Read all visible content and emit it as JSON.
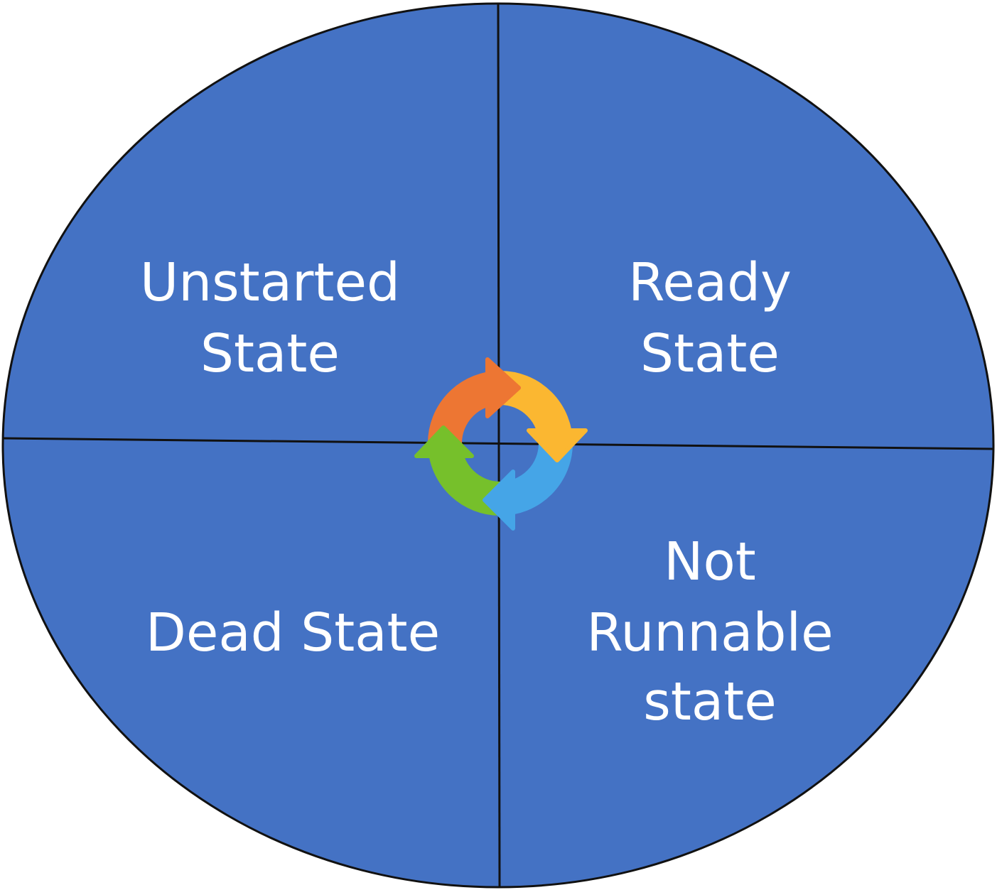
{
  "diagram": {
    "colors": {
      "circle_fill": "#4472C4",
      "outline": "#111111",
      "label_text": "#FFFFFF",
      "cycle_orange": "#ED7633",
      "cycle_yellow": "#FBB731",
      "cycle_blue": "#45A5E7",
      "cycle_green": "#76C02B"
    },
    "center_icon": "cycle-arrows-icon",
    "quadrants": {
      "top_left": {
        "line1": "Unstarted",
        "line2": "State"
      },
      "top_right": {
        "line1": "Ready",
        "line2": "State"
      },
      "bottom_left": {
        "line1": "Dead State"
      },
      "bottom_right": {
        "line1": "Not",
        "line2": "Runnable",
        "line3": "state"
      }
    }
  }
}
